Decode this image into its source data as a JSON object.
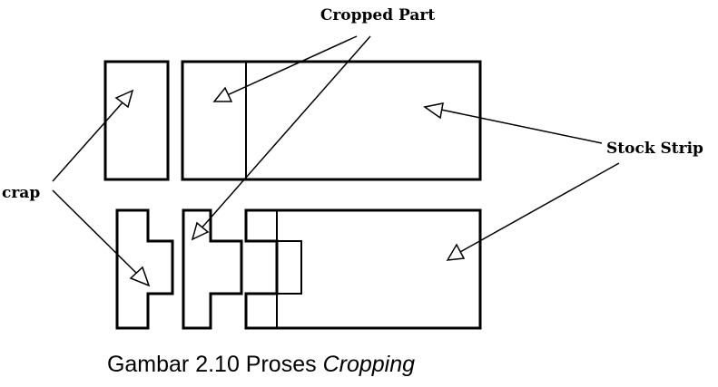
{
  "labels": {
    "cropped_part": "Cropped Part",
    "stock_strip": "Stock Strip",
    "scrap": "crap"
  },
  "caption": {
    "prefix": "Gambar 2.10 Proses ",
    "emphasis": "Cropping"
  }
}
